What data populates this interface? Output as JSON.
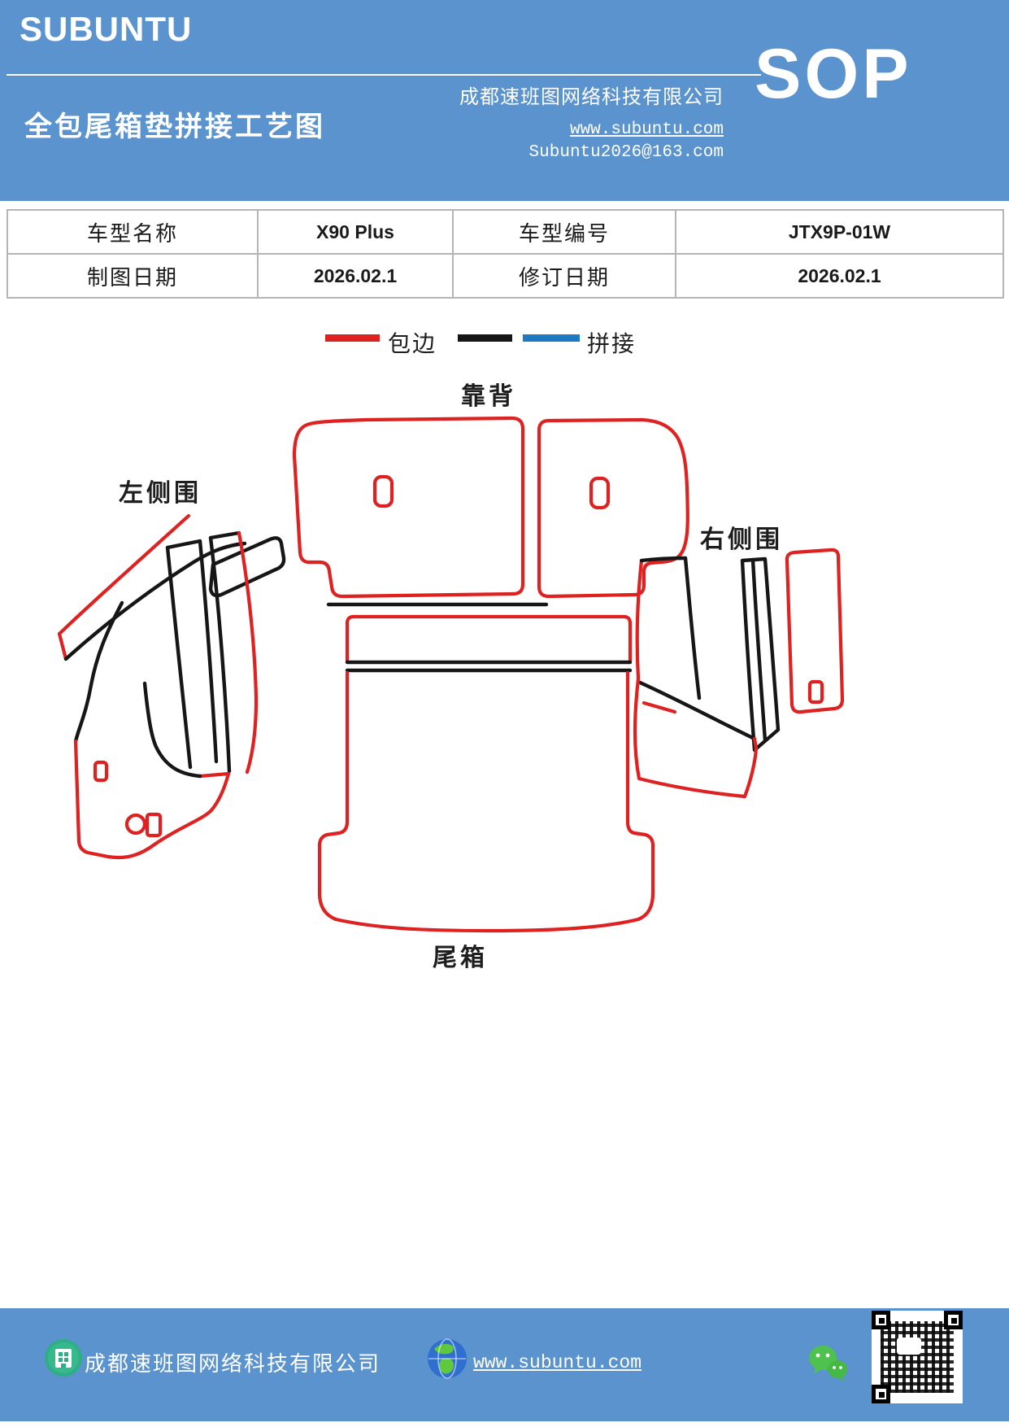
{
  "colors": {
    "header_blue": "#5b93ce",
    "edge_red": "#de2222",
    "splice_black": "#161616",
    "splice_blue": "#1d7ac1",
    "table_border": "#b5b5b5",
    "home_icon_green": "#2fae85",
    "wechat_green": "#4ec14e"
  },
  "header": {
    "logo": "SUBUNTU",
    "doc_title": "全包尾箱垫拼接工艺图",
    "company": "成都速班图网络科技有限公司",
    "sop_badge": "SOP",
    "website": "www.subuntu.com",
    "email": "Subuntu2026@163.com"
  },
  "info_table": {
    "rows": [
      {
        "cells": [
          "车型名称",
          "X90 Plus",
          "车型编号",
          "JTX9P-01W"
        ]
      },
      {
        "cells": [
          "制图日期",
          "2026.02.1",
          "修订日期",
          "2026.02.1"
        ]
      }
    ]
  },
  "legend": {
    "binding_label": "包边",
    "splice_label": "拼接"
  },
  "diagram": {
    "backrest_label": "靠背",
    "left_side_label": "左侧围",
    "right_side_label": "右侧围",
    "trunk_label": "尾箱"
  },
  "footer": {
    "company": "成都速班图网络科技有限公司",
    "website": "www.subuntu.com"
  }
}
